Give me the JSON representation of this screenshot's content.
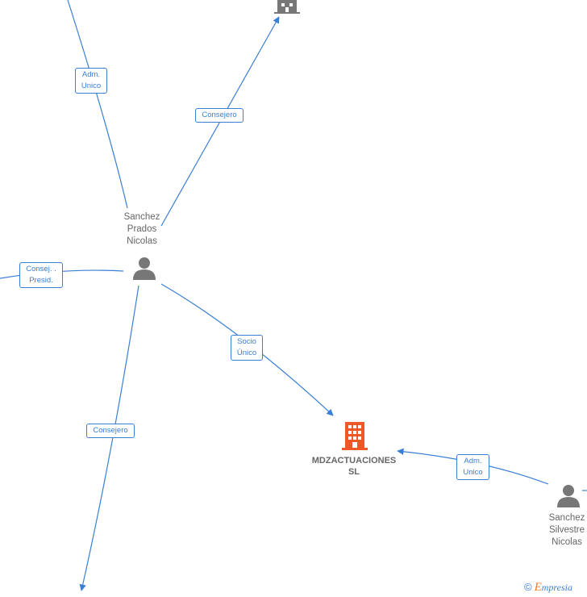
{
  "nodes": {
    "person_main": {
      "label": "Sanchez\nPrados\nNicolas",
      "type": "person"
    },
    "person_right": {
      "label": "Sanchez\nSilvestre\nNicolas",
      "type": "person"
    },
    "company_main": {
      "label": "MDZACTUACIONES\nSL",
      "type": "company",
      "color": "#f0582a"
    },
    "company_top": {
      "label": "",
      "type": "company",
      "color": "#777777"
    }
  },
  "edges": [
    {
      "id": "adm_unico_top",
      "label": "Adm.\nUnico"
    },
    {
      "id": "consejero_top",
      "label": "Consejero"
    },
    {
      "id": "consej_presid",
      "label": "Consej. .\nPresid."
    },
    {
      "id": "socio_unico",
      "label": "Socio\nÚnico"
    },
    {
      "id": "consejero_bottom",
      "label": "Consejero"
    },
    {
      "id": "adm_unico_right",
      "label": "Adm.\nUnico"
    }
  ],
  "colors": {
    "edge": "#3a7fd5",
    "person": "#777777",
    "company_highlight": "#f0582a"
  },
  "footer": {
    "copyright_symbol": "©",
    "brand_initial": "E",
    "brand_rest": "mpresia"
  }
}
